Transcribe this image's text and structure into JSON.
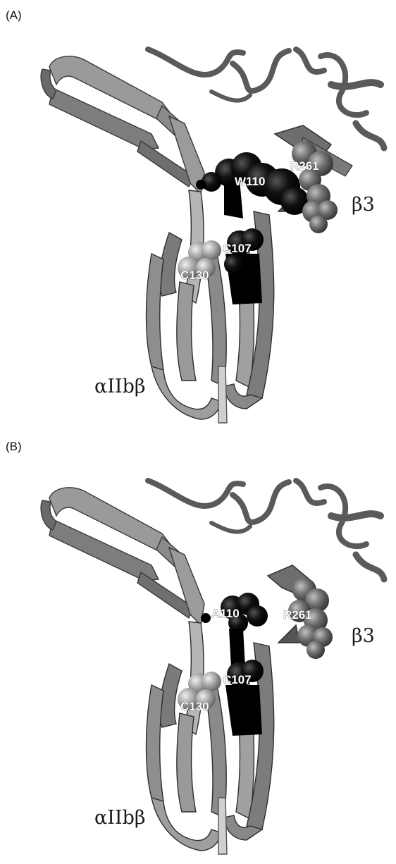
{
  "panels": [
    {
      "label": "(A)",
      "residues": {
        "mutant": "W110",
        "r261": "R261",
        "c107": "C107",
        "c130": "C130"
      },
      "chains": {
        "beta3": "β3",
        "alpha": "αIIbβ"
      }
    },
    {
      "label": "(B)",
      "residues": {
        "mutant": "A110",
        "r261": "R261",
        "c107": "C107",
        "c130": "C130"
      },
      "chains": {
        "beta3": "β3",
        "alpha": "αIIbβ"
      }
    }
  ]
}
